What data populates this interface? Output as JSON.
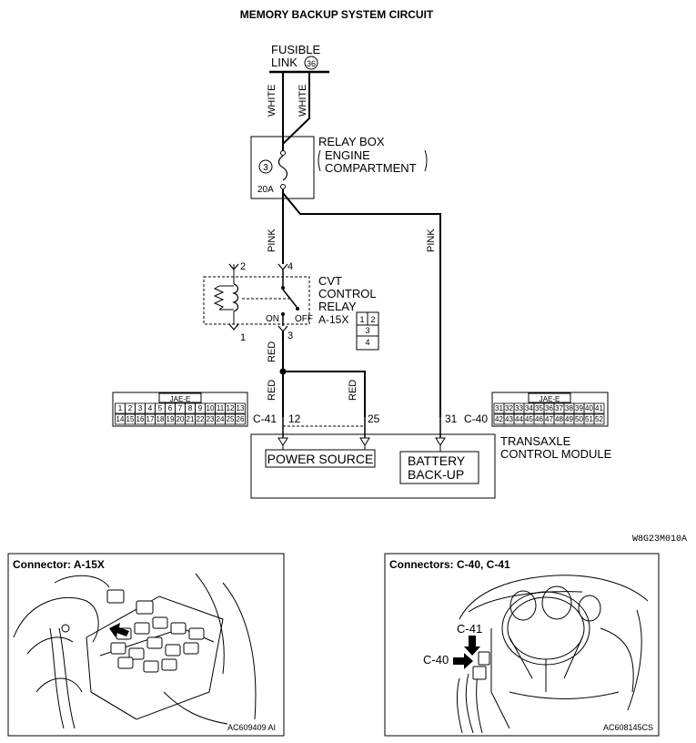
{
  "title": "MEMORY BACKUP SYSTEM CIRCUIT",
  "fusible_link": {
    "label_line1": "FUSIBLE",
    "label_line2": "LINK",
    "number": "36"
  },
  "wire_colors": {
    "white": "WHITE",
    "pink": "PINK",
    "red": "RED"
  },
  "relay_box": {
    "line1": "RELAY BOX",
    "line2": "ENGINE",
    "line3": "COMPARTMENT",
    "fuse_number": "3",
    "fuse_rating": "20A"
  },
  "cvt_relay": {
    "line1": "CVT",
    "line2": "CONTROL",
    "line3": "RELAY",
    "connector": "A-15X",
    "pins": {
      "p1": "1",
      "p2": "2",
      "p3": "3",
      "p4": "4"
    },
    "on": "ON",
    "off": "OFF",
    "connector_face": {
      "top_left": "1",
      "top_right": "2",
      "middle": "3",
      "bottom": "4"
    }
  },
  "tcm": {
    "line1": "TRANSAXLE",
    "line2": "CONTROL MODULE",
    "power_source": "POWER SOURCE",
    "battery_line1": "BATTERY",
    "battery_line2": "BACK-UP",
    "connector_c41": "C-41",
    "connector_c40": "C-40",
    "pin12": "12",
    "pin25": "25",
    "pin31": "31"
  },
  "connector_faces": {
    "c41": {
      "code": "JAE-E",
      "row1": [
        "1",
        "2",
        "3",
        "4",
        "5",
        "6",
        "7",
        "8",
        "9",
        "10",
        "11",
        "12",
        "13"
      ],
      "row2": [
        "14",
        "15",
        "16",
        "17",
        "18",
        "19",
        "20",
        "21",
        "22",
        "23",
        "24",
        "25",
        "26"
      ]
    },
    "c40": {
      "code": "JAE-E",
      "row1": [
        "31",
        "32",
        "33",
        "34",
        "35",
        "36",
        "37",
        "38",
        "39",
        "40",
        "41"
      ],
      "row2": [
        "42",
        "43",
        "44",
        "45",
        "46",
        "47",
        "48",
        "49",
        "50",
        "51",
        "52"
      ]
    }
  },
  "diagram_code": "W8G23M010A",
  "photo_left": {
    "title": "Connector: A-15X",
    "code": "AC609409 AI"
  },
  "photo_right": {
    "title": "Connectors: C-40, C-41",
    "code": "AC608145CS",
    "label_c41": "C-41",
    "label_c40": "C-40"
  }
}
